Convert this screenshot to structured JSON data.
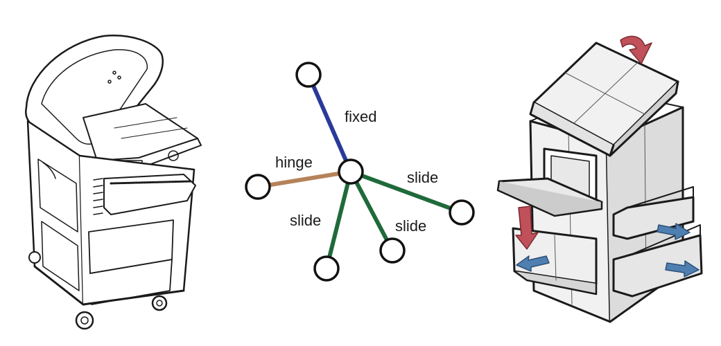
{
  "graph": {
    "nodes": [
      {
        "id": "center"
      },
      {
        "id": "top"
      },
      {
        "id": "left"
      },
      {
        "id": "right"
      },
      {
        "id": "bottom-left"
      },
      {
        "id": "bottom-mid"
      }
    ],
    "edges": [
      {
        "from": "center",
        "to": "top",
        "label": "fixed",
        "color": "#2a3a9a"
      },
      {
        "from": "center",
        "to": "left",
        "label": "hinge",
        "color": "#b5835a"
      },
      {
        "from": "center",
        "to": "right",
        "label": "slide",
        "color": "#1f6a3a"
      },
      {
        "from": "center",
        "to": "bottom-left",
        "label": "slide",
        "color": "#1f6a3a"
      },
      {
        "from": "center",
        "to": "bottom-mid",
        "label": "slide",
        "color": "#1f6a3a"
      }
    ]
  },
  "colors": {
    "lid_arrow": "#c0505a",
    "drawer_arrow": "#4f7fb0",
    "sketch_ink": "#1a1a1a",
    "box_fill": "#f1f1f1",
    "box_shade": "#dcdcdc"
  }
}
